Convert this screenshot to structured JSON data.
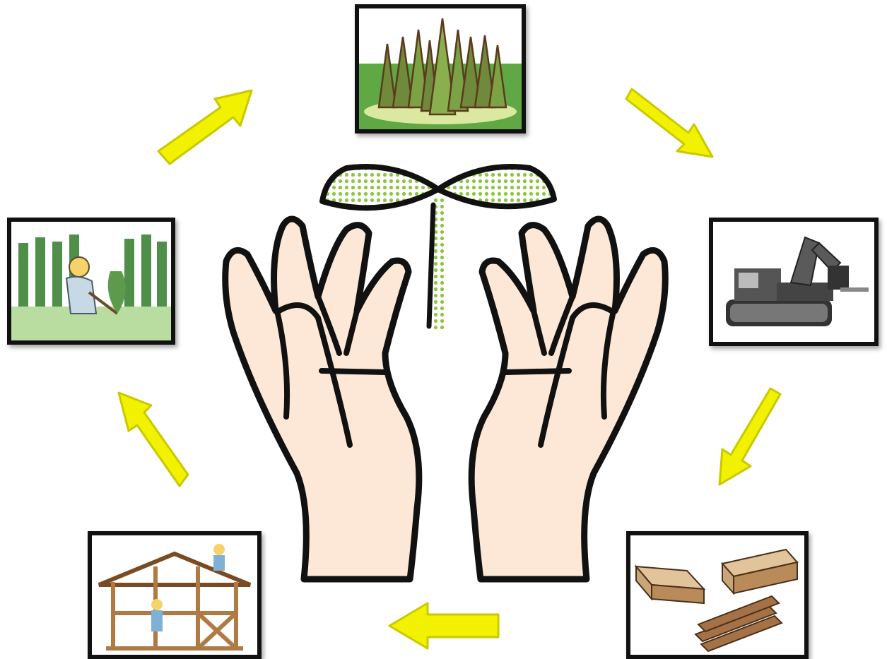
{
  "colors": {
    "arrow_fill": "#f2f200",
    "arrow_edge": "#c9c900",
    "skin": "#fde8d7",
    "sprout": "#8cc63f",
    "outline": "#111111"
  },
  "cycle": {
    "steps": [
      {
        "id": "forest",
        "icon": "conifer-forest-illustration"
      },
      {
        "id": "harvest",
        "icon": "forestry-harvester-machine-illustration"
      },
      {
        "id": "timber",
        "icon": "cut-lumber-joints-illustration"
      },
      {
        "id": "house",
        "icon": "wooden-house-construction-illustration"
      },
      {
        "id": "plant",
        "icon": "tree-planting-worker-illustration"
      }
    ],
    "arrows": [
      {
        "from": "forest",
        "to": "harvest",
        "direction": "down-right"
      },
      {
        "from": "harvest",
        "to": "timber",
        "direction": "down-left"
      },
      {
        "from": "timber",
        "to": "house",
        "direction": "left"
      },
      {
        "from": "house",
        "to": "plant",
        "direction": "up-left"
      },
      {
        "from": "plant",
        "to": "forest",
        "direction": "up-right"
      }
    ]
  },
  "center": {
    "icon": "hands-holding-sprout-illustration"
  }
}
